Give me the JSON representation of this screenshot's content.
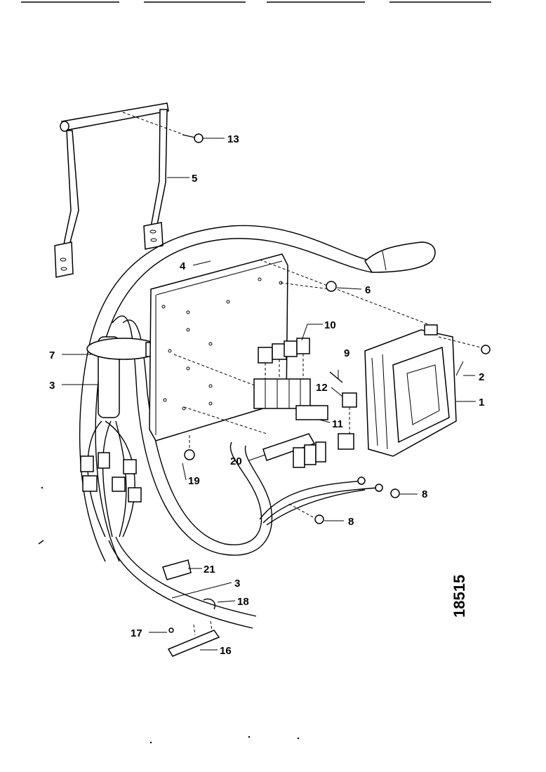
{
  "figure_number": "18515",
  "callouts": {
    "c1": "1",
    "c2": "2",
    "c3a": "3",
    "c3b": "3",
    "c4": "4",
    "c5": "5",
    "c6": "6",
    "c7": "7",
    "c8a": "8",
    "c8b": "8",
    "c9": "9",
    "c10": "10",
    "c11": "11",
    "c12": "12",
    "c13": "13",
    "c16": "16",
    "c17": "17",
    "c18": "18",
    "c19": "19",
    "c20": "20",
    "c21": "21"
  }
}
